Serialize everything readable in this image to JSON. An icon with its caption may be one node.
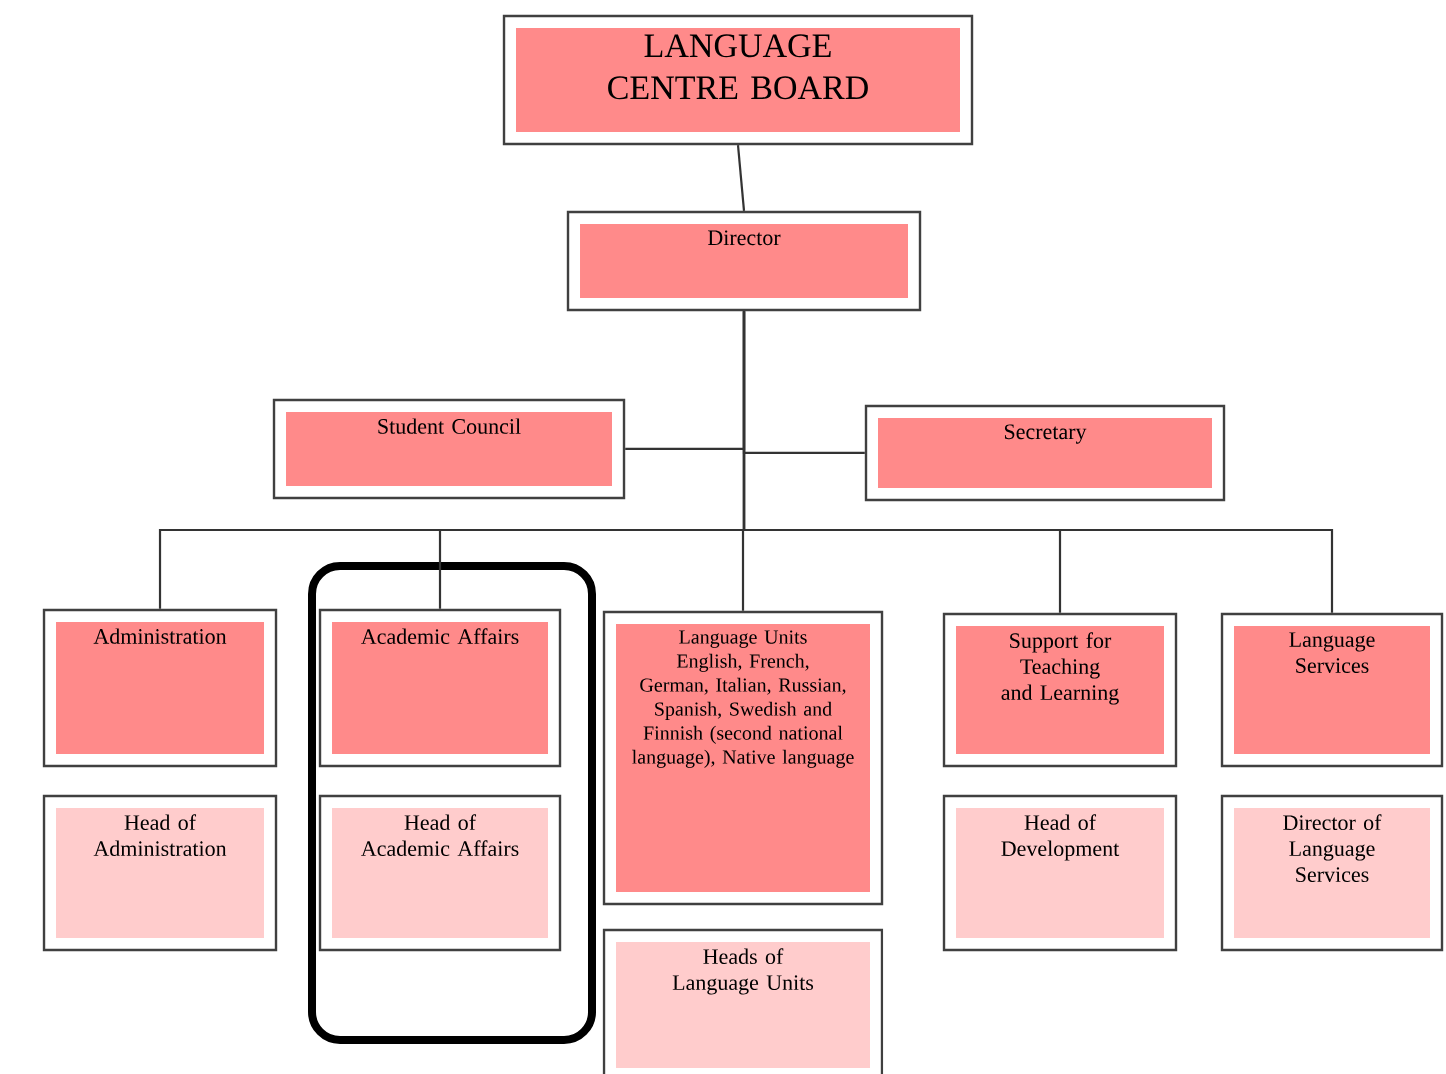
{
  "diagram": {
    "nodes": [
      {
        "text": [
          "LANGUAGE CENTRE BOARD"
        ]
      },
      {
        "text": [
          "Director"
        ]
      },
      {
        "text": [
          "Student Council"
        ]
      },
      {
        "text": [
          "Secretary"
        ]
      },
      {
        "text": [
          "Administration"
        ]
      },
      {
        "text": [],
        "shape": "box"
      },
      {
        "text": [
          "Academic Affairs"
        ],
        "in": 5
      },
      {
        "text": [
          "Language Units",
          "English, French, German, Italian, Russian, Spanish, Swedish and Finnish (second national language), Native language"
        ]
      },
      {
        "text": [
          "Support for Teaching and Learning"
        ]
      },
      {
        "text": [
          "Language Services"
        ]
      },
      {
        "text": [
          "Head of Administration"
        ]
      },
      {
        "text": [
          "Head of Academic Affairs"
        ],
        "in": 5
      },
      {
        "text": [
          "Heads of Language Units"
        ]
      },
      {
        "text": [
          "Head of Development"
        ]
      },
      {
        "text": [
          "Director of Language Services"
        ]
      }
    ],
    "edges": [
      {
        "from": 0,
        "to": 1,
        "arrow": "none"
      },
      {
        "from": 1,
        "to": 2,
        "arrow": "none"
      },
      {
        "from": 1,
        "to": 3,
        "arrow": "none"
      },
      {
        "from": 1,
        "to": 4,
        "arrow": "none"
      },
      {
        "from": 1,
        "to": 6,
        "arrow": "none"
      },
      {
        "from": 1,
        "to": 7,
        "arrow": "none"
      },
      {
        "from": 1,
        "to": 8,
        "arrow": "none"
      },
      {
        "from": 1,
        "to": 9,
        "arrow": "none"
      }
    ]
  }
}
